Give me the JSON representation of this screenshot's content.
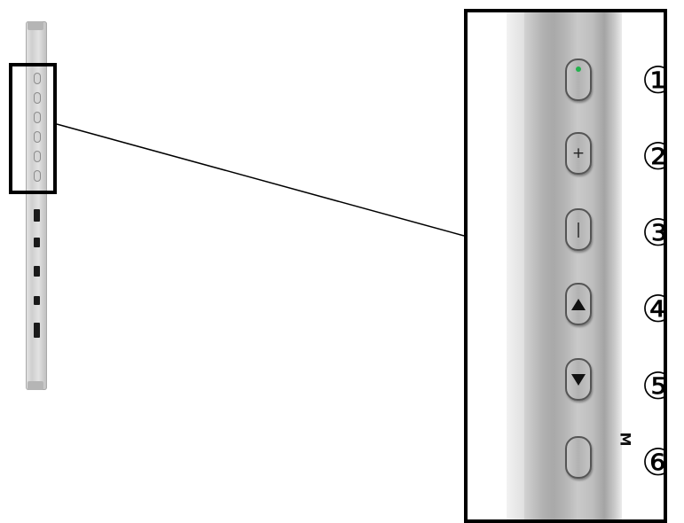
{
  "device": {
    "description_labels": []
  },
  "zoom_panel": {
    "buttons": [
      {
        "number": "①",
        "glyph": "",
        "icon": "power-button-with-green-led",
        "led_color": "#22b24c"
      },
      {
        "number": "②",
        "glyph": "+",
        "icon": "plus"
      },
      {
        "number": "③",
        "glyph": "|",
        "icon": "minus"
      },
      {
        "number": "④",
        "glyph": "",
        "icon": "up-triangle"
      },
      {
        "number": "⑤",
        "glyph": "",
        "icon": "down-triangle"
      },
      {
        "number": "⑥",
        "glyph": "",
        "icon": "menu-button"
      }
    ],
    "m_label": "M"
  }
}
